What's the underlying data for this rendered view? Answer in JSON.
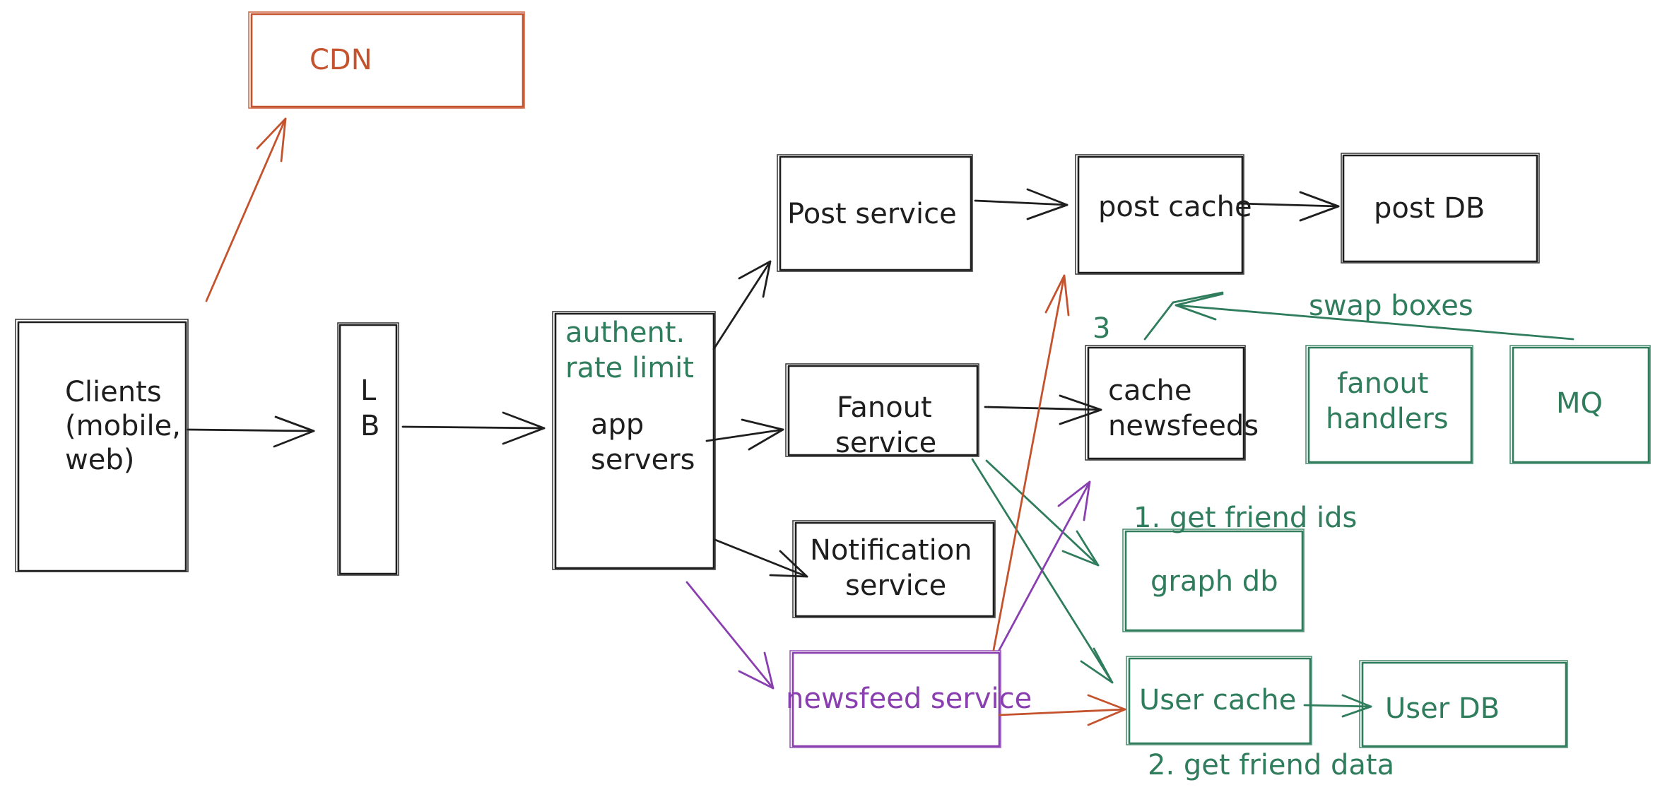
{
  "colors": {
    "black": "#1e1e1e",
    "orange": "#c4532d",
    "green": "#2f7d5c",
    "purple": "#8a3fb0"
  },
  "labels": {
    "cdn": "CDN",
    "clients_1": "Clients",
    "clients_2": "(mobile,",
    "clients_3": "web)",
    "lb_1": "L",
    "lb_2": "B",
    "authent": "authent.",
    "rate_limit": "rate limit",
    "app": "app",
    "servers": "servers",
    "post_service": "Post service",
    "post_cache": "post cache",
    "post_db": "post DB",
    "fanout_1": "Fanout",
    "fanout_2": "service",
    "notification_1": "Notification",
    "notification_2": "service",
    "newsfeed_service": "newsfeed service",
    "swap_boxes": "swap boxes",
    "step_3": "3",
    "cache_1": "cache",
    "cache_2": "newsfeeds",
    "fanout_handlers_1": "fanout",
    "fanout_handlers_2": "handlers",
    "mq": "MQ",
    "get_friend_ids": "1. get friend ids",
    "graph_db": "graph db",
    "user_cache": "User cache",
    "user_db": "User DB",
    "get_friend_data": "2. get friend data"
  }
}
